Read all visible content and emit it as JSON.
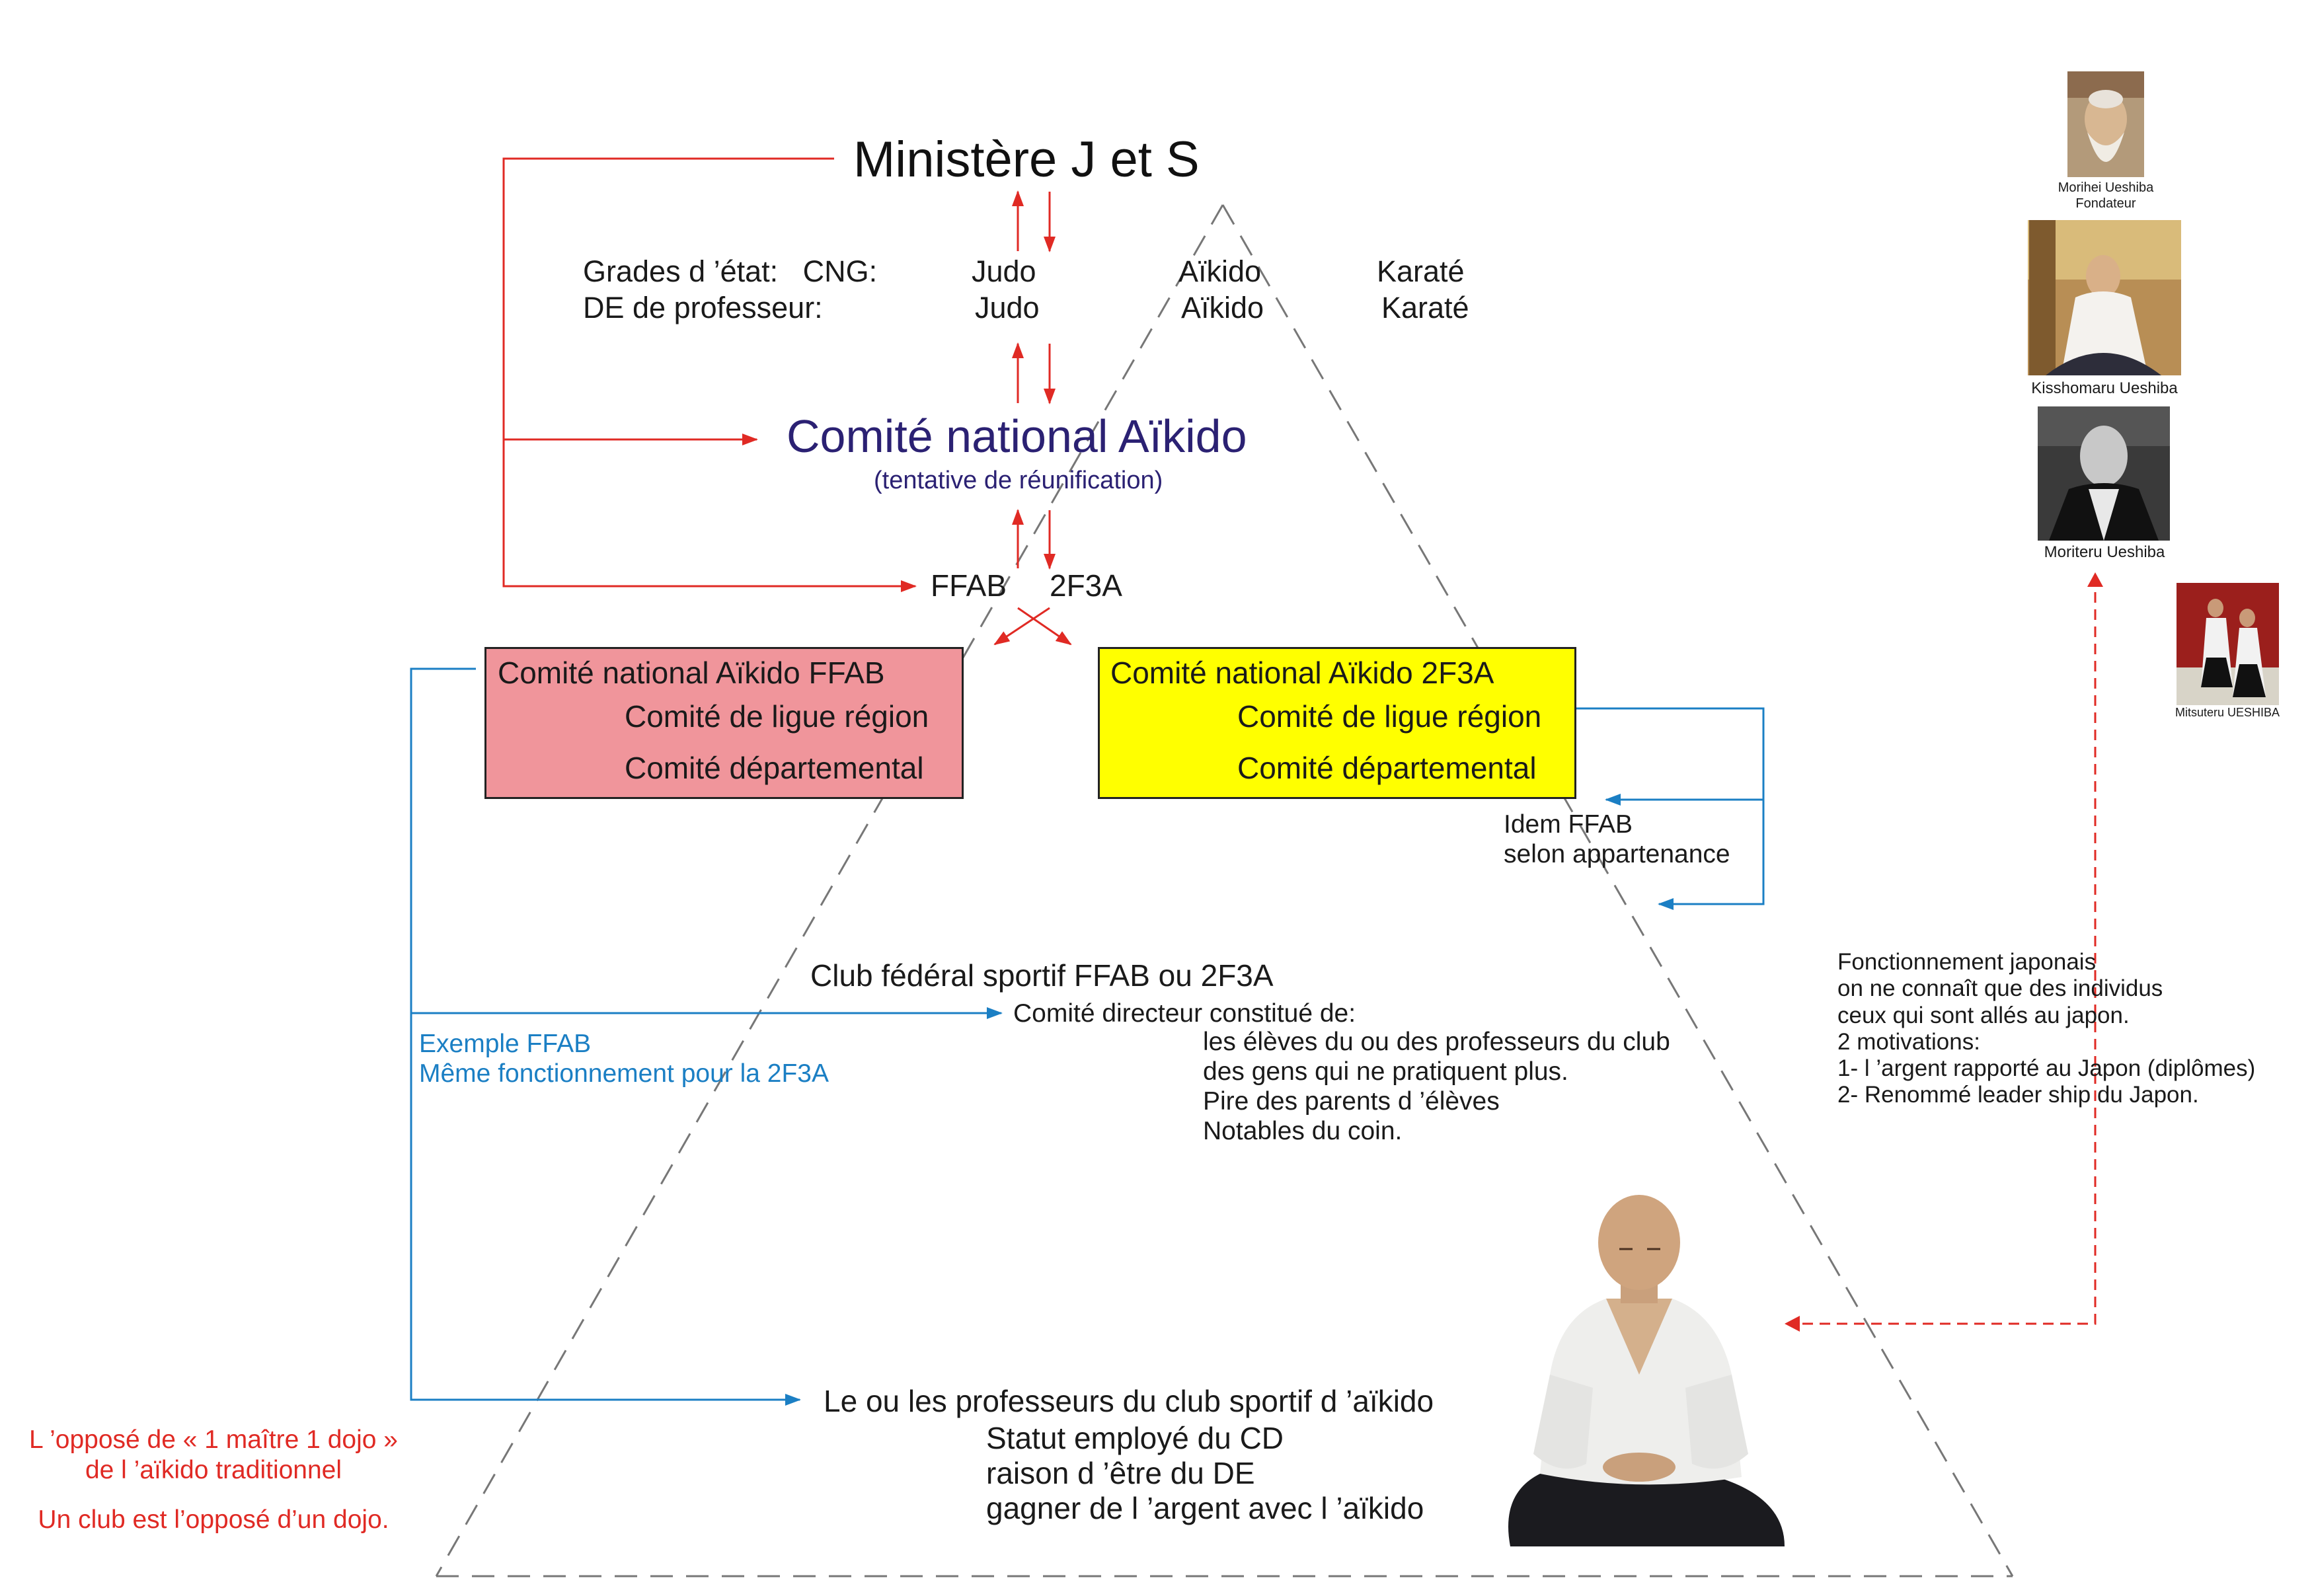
{
  "ministry": "Ministère J et S",
  "grades": {
    "row1_label": "Grades d ’état:   CNG:",
    "row2_label": "DE de professeur:",
    "judo": "Judo",
    "aikido": "Aïkido",
    "karate": "Karaté"
  },
  "national": {
    "title": "Comité national Aïkido",
    "subtitle": "(tentative de réunification)"
  },
  "federations": {
    "ffab": "FFAB",
    "f2f3a": "2F3A"
  },
  "box_ffab": {
    "title": "Comité national Aïkido FFAB",
    "line1": "Comité de ligue région",
    "line2": "Comité départemental",
    "color": "#f0959b"
  },
  "box_2f3a": {
    "title": "Comité national Aïkido 2F3A",
    "line1": "Comité de ligue région",
    "line2": "Comité départemental",
    "color": "#ffff00"
  },
  "idem": {
    "line1": "Idem FFAB",
    "line2": "selon appartenance"
  },
  "club": {
    "title": "Club fédéral sportif FFAB ou 2F3A",
    "committee": "Comité directeur constitué de:",
    "members": [
      "les élèves du ou des professeurs du club",
      "des gens qui ne pratiquent plus.",
      "Pire des parents d ’élèves",
      "Notables du coin."
    ]
  },
  "example": {
    "line1": "Exemple FFAB",
    "line2": "Même fonctionnement pour la 2F3A"
  },
  "professors": {
    "title": "Le ou les professeurs du club sportif d ’aïkido",
    "lines": [
      "Statut employé du CD",
      "raison d ’être du DE",
      "gagner de l ’argent avec l ’aïkido"
    ]
  },
  "opposite": {
    "line1": "L ’opposé de « 1 maître 1 dojo »",
    "line2": "de l ’aïkido traditionnel",
    "line3": "Un club est l’opposé d’un dojo."
  },
  "japan": {
    "lines": [
      "Fonctionnement japonais",
      "on ne connaît que des individus",
      "ceux qui sont allés au japon.",
      "2 motivations:",
      "1- l ’argent rapporté au Japon (diplômes)",
      "2- Renommé leader ship du Japon."
    ]
  },
  "portraits": [
    {
      "caption": "Morihei Ueshiba",
      "caption2": "Fondateur"
    },
    {
      "caption": "Kisshomaru Ueshiba"
    },
    {
      "caption": "Moriteru Ueshiba"
    },
    {
      "caption": "Mitsuteru UESHIBA"
    }
  ],
  "colors": {
    "red": "#e02a24",
    "blue": "#1b7fc4",
    "navy": "#2b2173",
    "dash": "#777777"
  }
}
